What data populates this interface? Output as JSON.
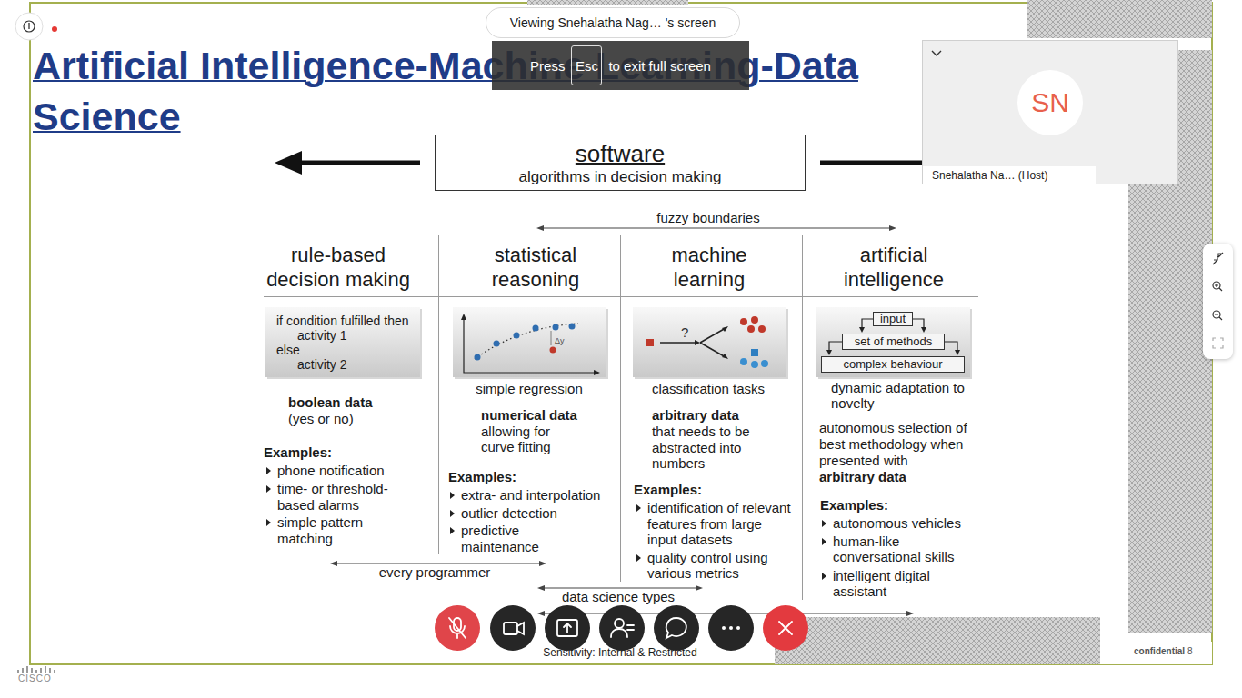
{
  "diagram": {
    "title": "Artificial Intelligence-Machine Learning-Data Science",
    "nodes": [
      {
        "text": [
          "Viewing Snehalatha Nag… 's screen"
        ]
      },
      {
        "text": [
          "Press",
          "to exit full screen"
        ]
      },
      {
        "text": [
          "Esc"
        ],
        "in": 1
      },
      {
        "text": [
          "SN"
        ]
      },
      {
        "text": [
          "Snehalatha Na… (Host)"
        ]
      },
      {
        "text": [
          "software",
          "algorithms in decision making"
        ]
      },
      {
        "text": [
          "if condition fulfilled then",
          "activity 1",
          "else",
          "activity 2"
        ]
      },
      {
        "text": [
          "Δy"
        ]
      },
      {
        "text": [
          "?"
        ]
      },
      {
        "text": []
      },
      {
        "text": [
          "input"
        ],
        "in": 9
      },
      {
        "text": [
          "set of methods"
        ],
        "in": 9
      },
      {
        "text": [
          "complex behaviour"
        ],
        "in": 9
      }
    ],
    "labels": [
      "fuzzy boundaries",
      "rule-based decision making",
      "statistical reasoning",
      "machine learning",
      "artificial intelligence",
      "simple regression",
      "classification tasks",
      "dynamic adaptation to novelty",
      "boolean data",
      "(yes or no)",
      "Examples:",
      "phone notification",
      "time- or threshold-based alarms",
      "simple pattern matching",
      "numerical data",
      "allowing for curve fitting",
      "Examples:",
      "extra- and interpolation",
      "outlier detection",
      "predictive maintenance",
      "arbitrary data",
      "that needs to be abstracted into numbers",
      "Examples:",
      "identification of relevant features from large input datasets",
      "quality control using various metrics",
      "autonomous selection of best methodology when presented with",
      "arbitrary data",
      "Examples:",
      "autonomous vehicles",
      "human-like conversational skills",
      "intelligent digital assistant",
      "every programmer",
      "data science types",
      "Sensitivity: Internal & Restricted",
      "confidential",
      "8",
      "CISCO"
    ]
  }
}
